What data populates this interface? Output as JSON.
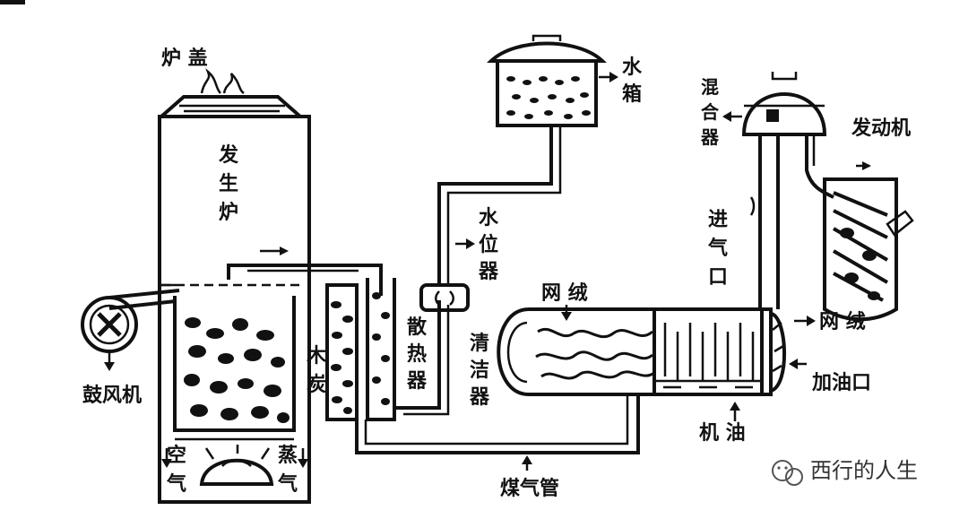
{
  "labels": {
    "lugai": "炉 盖",
    "fashenglu": [
      "发",
      "生",
      "炉"
    ],
    "guifengji": "鼓风机",
    "kongqi": [
      "空",
      "气"
    ],
    "zhengqi": [
      "蒸",
      "气"
    ],
    "muxie": [
      "木",
      "炭"
    ],
    "sanreqi": [
      "散",
      "热",
      "器"
    ],
    "qingjieqi": [
      "清",
      "洁",
      "器"
    ],
    "shuiweiqi": [
      "水",
      "位",
      "器"
    ],
    "shuixiang": [
      "水",
      "箱"
    ],
    "wangrong_top": "网 绒",
    "wangrong_right": "网 绒",
    "jiayoukou": "加油口",
    "jiyou": "机 油",
    "meiqiguan": "煤气管",
    "hunheqi": [
      "混",
      "合",
      "器"
    ],
    "fadongji": "发动机",
    "jinqikou": [
      "进",
      "气",
      "口"
    ]
  },
  "watermark": {
    "text": "西行的人生",
    "icon": "wechat-icon"
  }
}
